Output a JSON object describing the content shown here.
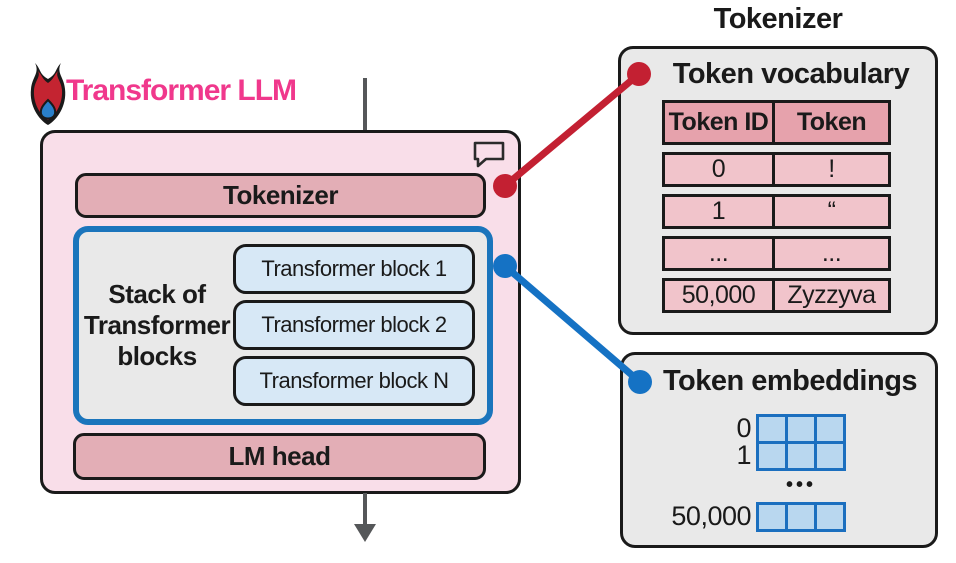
{
  "main_diagram": {
    "title": "Transformer LLM",
    "tokenizer_label": "Tokenizer",
    "stack_label_line1": "Stack of",
    "stack_label_line2": "Transformer",
    "stack_label_line3": "blocks",
    "blocks": [
      {
        "label": "Transformer block 1"
      },
      {
        "label": "Transformer block 2"
      },
      {
        "label": "Transformer block N"
      }
    ],
    "lm_head_label": "LM head"
  },
  "tokenizer_panel": {
    "title": "Tokenizer",
    "vocab": {
      "heading": "Token vocabulary",
      "columns": [
        "Token ID",
        "Token"
      ],
      "rows": [
        [
          "0",
          "!"
        ],
        [
          "1",
          "“"
        ],
        [
          "...",
          "..."
        ],
        [
          "50,000",
          "Zyzzyva"
        ]
      ]
    },
    "embeddings": {
      "heading": "Token embeddings",
      "row_label_0": "0",
      "row_label_1": "1",
      "ellipsis": "•••",
      "last_row_label": "50,000"
    }
  },
  "icons": {
    "flame": "flame-icon",
    "speech_bubble": "speech-bubble-icon",
    "arrow_down": "arrow-down-icon"
  },
  "colors": {
    "brand_pink": "#f0388c",
    "panel_pink_fill": "#f9dee9",
    "rose_bar_fill": "#e3aeb6",
    "table_header_fill": "#e6a2ac",
    "table_row_fill": "#f1c4cb",
    "block_fill": "#d7e8f6",
    "stack_border_blue": "#1b75bc",
    "gray_panel_fill": "#e9e9e9",
    "outline_black": "#1a1a1a",
    "connector_red": "#c32032",
    "connector_blue": "#1572c4",
    "embed_cell_fill": "#b9d7ef",
    "embed_cell_border": "#1b6fbf",
    "arrow_gray": "#555759"
  }
}
